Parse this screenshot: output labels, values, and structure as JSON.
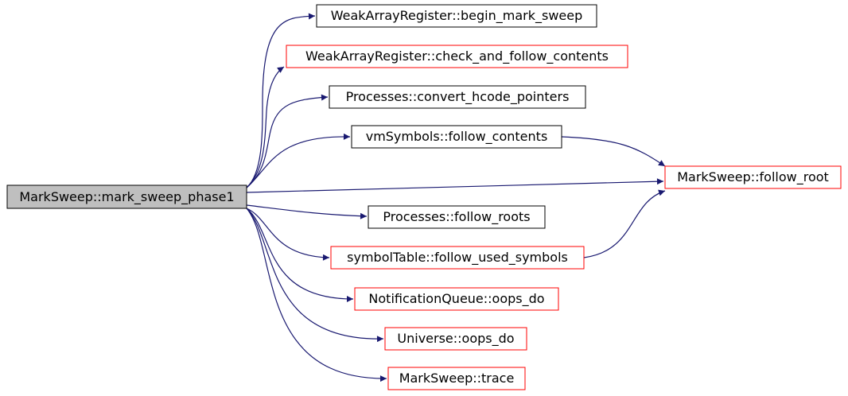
{
  "diagram": {
    "root": {
      "id": "mark_sweep_phase1",
      "label": "MarkSweep::mark_sweep_phase1",
      "fill": "#bfbfbf",
      "border": "#000000"
    },
    "nodes": [
      {
        "id": "begin_mark_sweep",
        "label": "WeakArrayRegister::begin_mark_sweep",
        "border": "#000000"
      },
      {
        "id": "check_and_follow_contents",
        "label": "WeakArrayRegister::check_and_follow_contents",
        "border": "#ff0000"
      },
      {
        "id": "convert_hcode_pointers",
        "label": "Processes::convert_hcode_pointers",
        "border": "#000000"
      },
      {
        "id": "vmsymbols_follow_contents",
        "label": "vmSymbols::follow_contents",
        "border": "#000000"
      },
      {
        "id": "follow_root",
        "label": "MarkSweep::follow_root",
        "border": "#ff0000"
      },
      {
        "id": "follow_roots",
        "label": "Processes::follow_roots",
        "border": "#000000"
      },
      {
        "id": "follow_used_symbols",
        "label": "symbolTable::follow_used_symbols",
        "border": "#ff0000"
      },
      {
        "id": "notification_oops_do",
        "label": "NotificationQueue::oops_do",
        "border": "#ff0000"
      },
      {
        "id": "universe_oops_do",
        "label": "Universe::oops_do",
        "border": "#ff0000"
      },
      {
        "id": "marksweep_trace",
        "label": "MarkSweep::trace",
        "border": "#ff0000"
      }
    ],
    "edges": [
      {
        "from": "mark_sweep_phase1",
        "to": "begin_mark_sweep"
      },
      {
        "from": "mark_sweep_phase1",
        "to": "check_and_follow_contents"
      },
      {
        "from": "mark_sweep_phase1",
        "to": "convert_hcode_pointers"
      },
      {
        "from": "mark_sweep_phase1",
        "to": "vmsymbols_follow_contents"
      },
      {
        "from": "mark_sweep_phase1",
        "to": "follow_root"
      },
      {
        "from": "mark_sweep_phase1",
        "to": "follow_roots"
      },
      {
        "from": "mark_sweep_phase1",
        "to": "follow_used_symbols"
      },
      {
        "from": "mark_sweep_phase1",
        "to": "notification_oops_do"
      },
      {
        "from": "mark_sweep_phase1",
        "to": "universe_oops_do"
      },
      {
        "from": "mark_sweep_phase1",
        "to": "marksweep_trace"
      },
      {
        "from": "vmsymbols_follow_contents",
        "to": "follow_root"
      },
      {
        "from": "follow_used_symbols",
        "to": "follow_root"
      }
    ],
    "edge_color": "#191970"
  }
}
